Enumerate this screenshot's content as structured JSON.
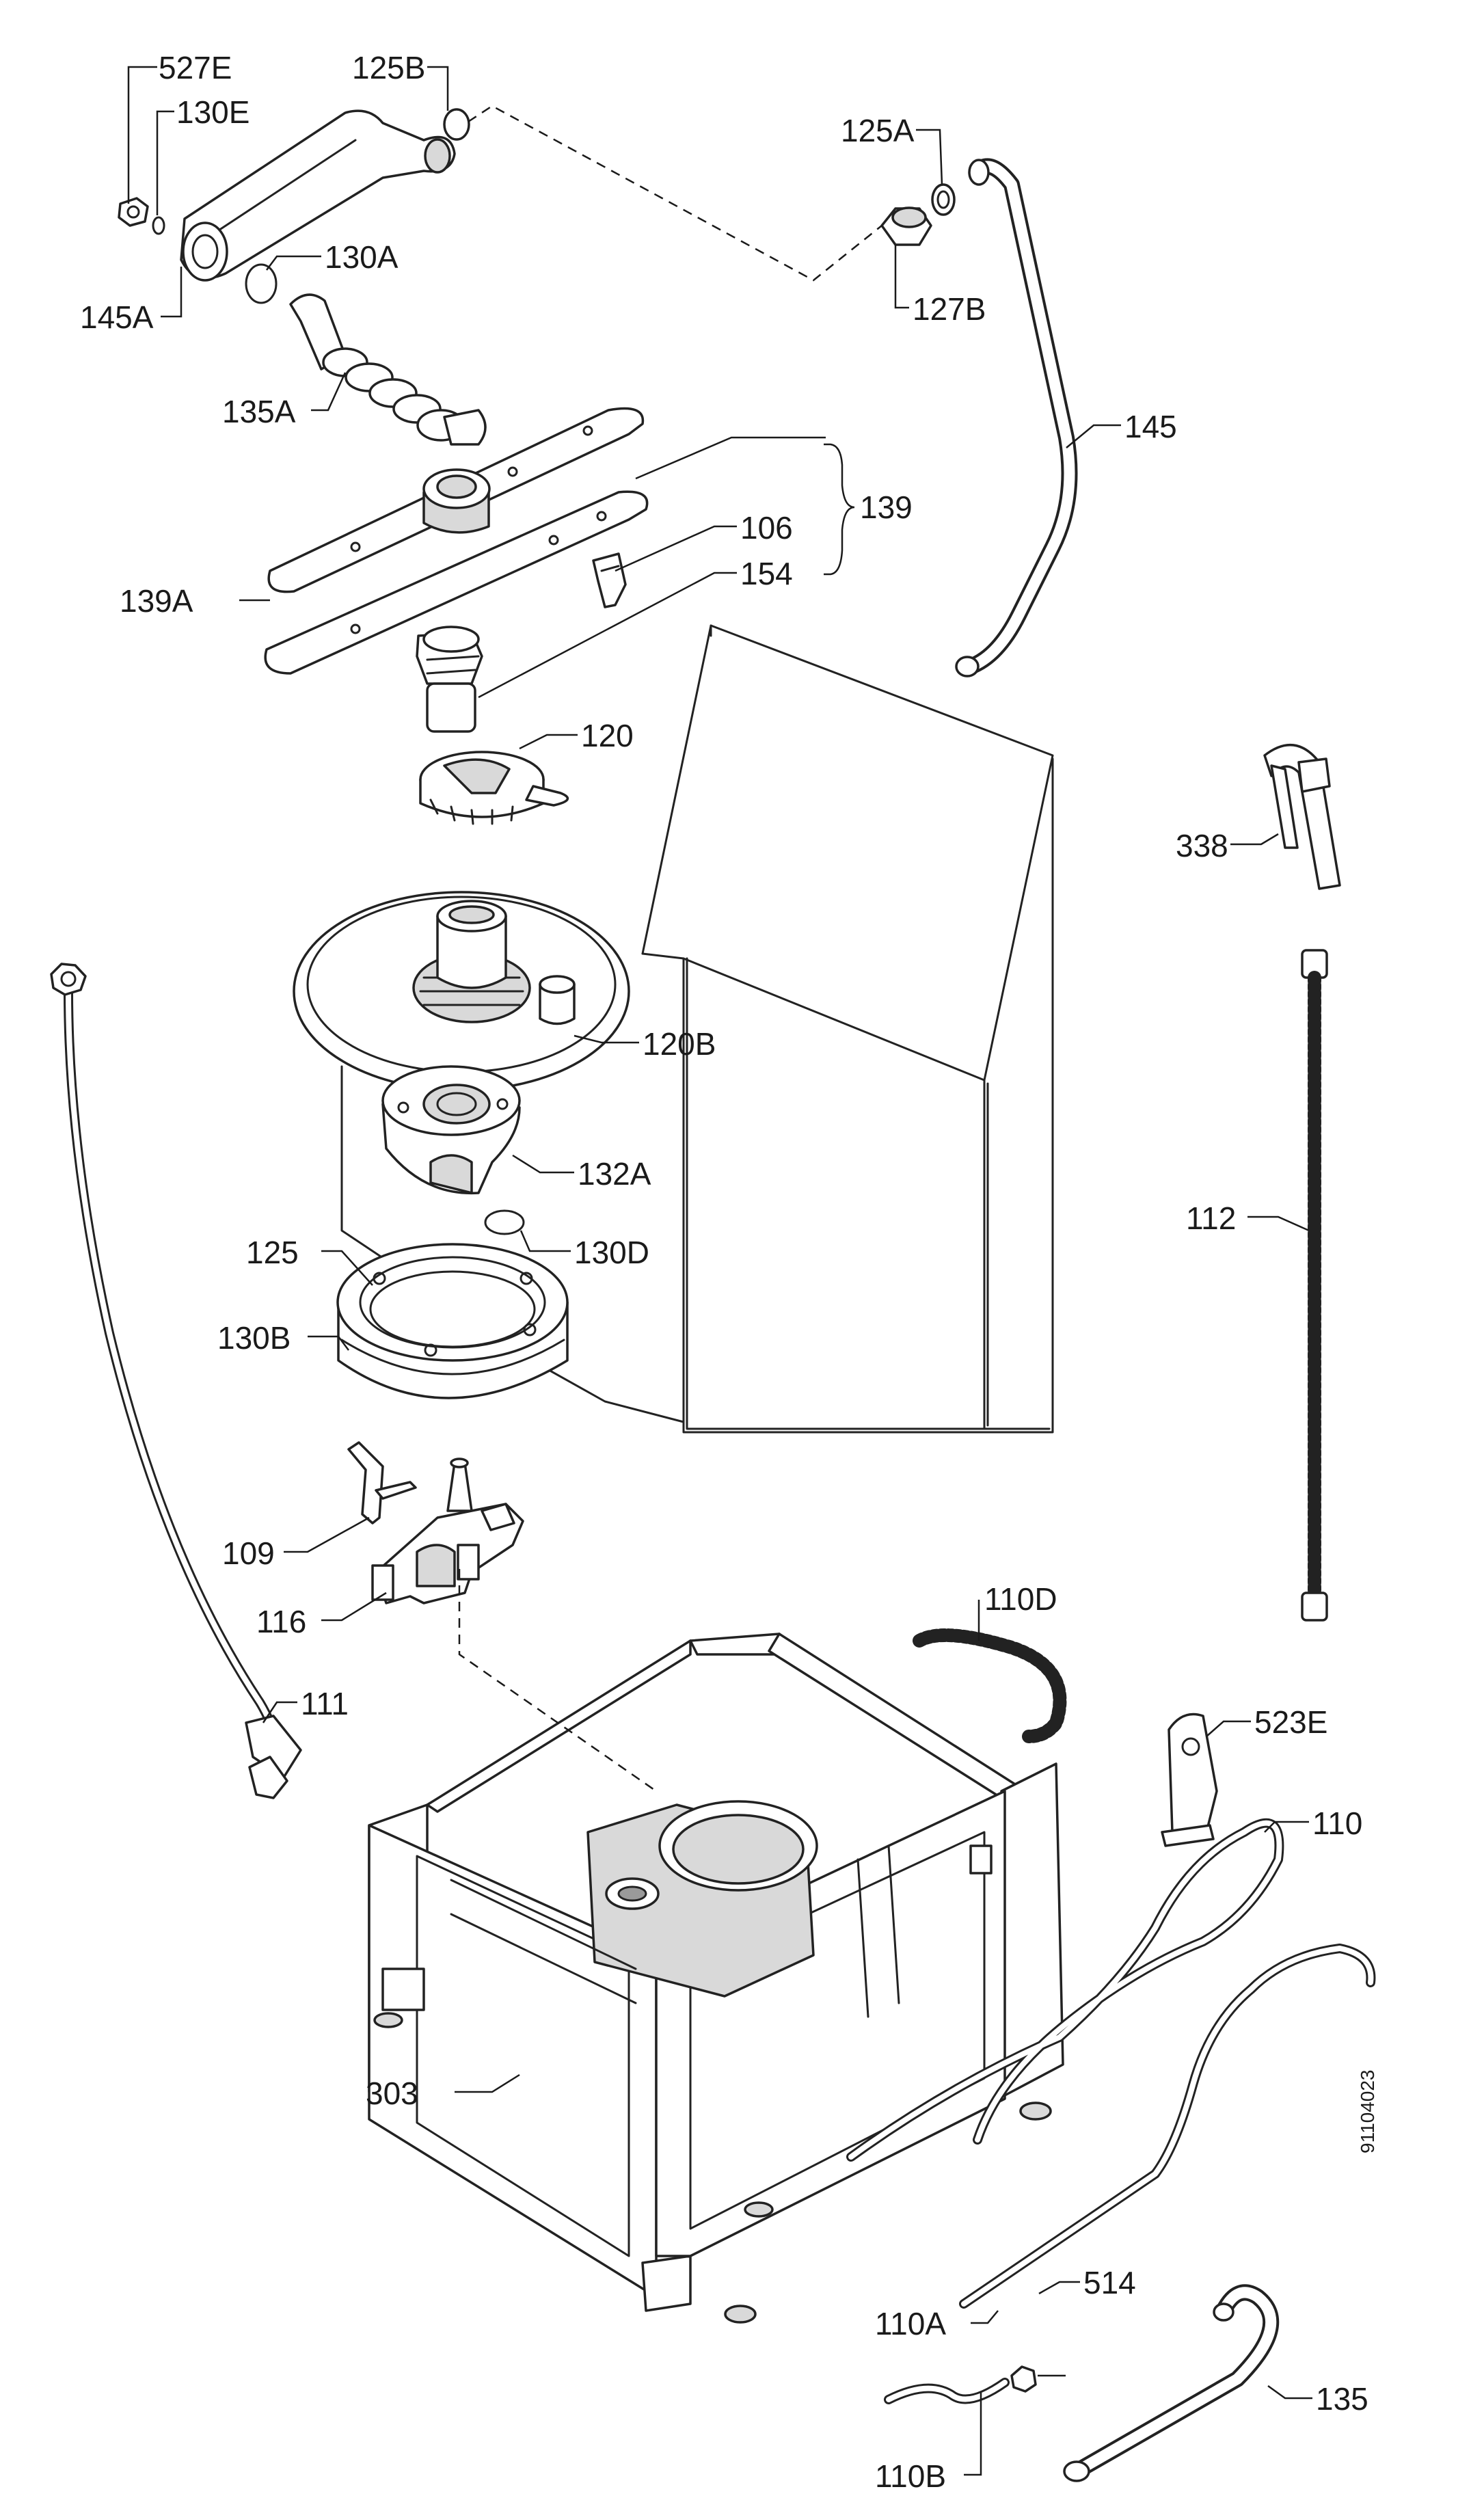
{
  "document_code": "91104023",
  "labels": {
    "527e": "527E",
    "130e": "130E",
    "125b": "125B",
    "145a": "145A",
    "130a": "130A",
    "135a": "135A",
    "139": "139",
    "139a": "139A",
    "106": "106",
    "154": "154",
    "120": "120",
    "125a": "125A",
    "127b": "127B",
    "145": "145",
    "338": "338",
    "120b": "120B",
    "132a": "132A",
    "125": "125",
    "130d": "130D",
    "130b": "130B",
    "112": "112",
    "109": "109",
    "116": "116",
    "111": "111",
    "110d": "110D",
    "523e": "523E",
    "110": "110",
    "303": "303",
    "110a": "110A",
    "514": "514",
    "135": "135",
    "110b": "110B"
  }
}
